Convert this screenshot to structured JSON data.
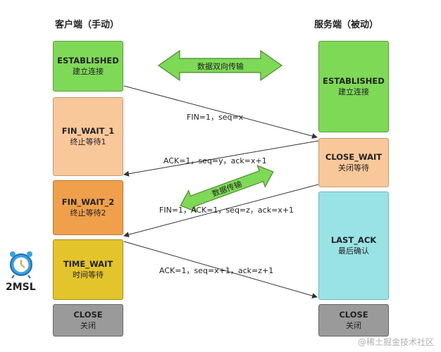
{
  "client_title": "客户端（手动）",
  "server_title": "服务端（被动）",
  "client_states": [
    {
      "name": "ESTABLISHED",
      "desc": "建立连接"
    },
    {
      "name": "FIN_WAIT_1",
      "desc": "终止等待1"
    },
    {
      "name": "FIN_WAIT_2",
      "desc": "终止等待2"
    },
    {
      "name": "TIME_WAIT",
      "desc": "时间等待"
    },
    {
      "name": "CLOSE",
      "desc": "关闭"
    }
  ],
  "server_states": [
    {
      "name": "ESTABLISHED",
      "desc": "建立连接"
    },
    {
      "name": "CLOSE_WAIT",
      "desc": "关闭等待"
    },
    {
      "name": "LAST_ACK",
      "desc": "最后确认"
    },
    {
      "name": "CLOSE",
      "desc": "关闭"
    }
  ],
  "messages": [
    "FIN=1，seq=x",
    "ACK=1，seq=y，ack=x+1",
    "FIN=1，ACK=1，seq=z，ack=x+1",
    "ACK=1，seq=x+1，ack=z+1"
  ],
  "data_transfer_top": "数据双向传输",
  "data_transfer_mid": "数据传输",
  "timer_label": "2MSL",
  "watermark": "@稀土掘金技术社区",
  "colors": {
    "green": "#7ed957",
    "peach": "#f8c79a",
    "orange": "#f0a04b",
    "yellow": "#e3c42b",
    "cyan": "#99e2e6",
    "gray": "#9a9a9a",
    "clock_blue": "#3aa0e8"
  }
}
